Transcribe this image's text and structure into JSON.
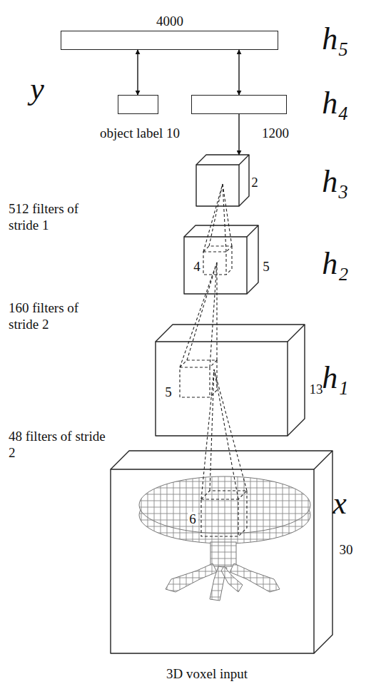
{
  "diagram": {
    "nodes": [
      {
        "text": [
          "4000"
        ]
      },
      {
        "text": [
          "object label 10"
        ]
      },
      {
        "text": [
          "1200"
        ]
      },
      {
        "text": [
          "2"
        ]
      },
      {
        "text": [
          "4",
          "5"
        ]
      },
      {
        "text": [
          "5",
          "13"
        ]
      },
      {
        "text": [
          "6",
          "30"
        ]
      }
    ],
    "edges": [
      {
        "from": 0,
        "to": 1,
        "arrow": "both"
      },
      {
        "from": 0,
        "to": 2,
        "arrow": "both"
      },
      {
        "from": 2,
        "to": 3,
        "arrow": "to"
      },
      {
        "from": 4,
        "to": 3,
        "arrow": "none"
      },
      {
        "from": 5,
        "to": 4,
        "arrow": "none"
      },
      {
        "from": 6,
        "to": 5,
        "arrow": "none"
      }
    ],
    "labels": [
      "h₅",
      "y",
      "h₄",
      "h₃",
      "512 filters of stride 1",
      "h₂",
      "160 filters of stride 2",
      "h₁",
      "48 filters of stride 2",
      "x",
      "3D voxel input"
    ]
  }
}
